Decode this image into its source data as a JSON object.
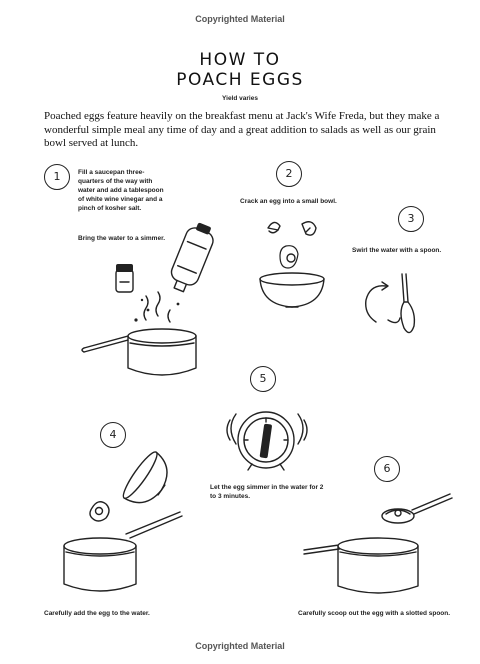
{
  "header": {
    "copyright_top": "Copyrighted Material"
  },
  "footer": {
    "copyright_bottom": "Copyrighted Material"
  },
  "recipe": {
    "title_line1": "HOW TO",
    "title_line2": "POACH EGGS",
    "yield": "Yield varies",
    "intro": "Poached eggs feature heavily on the breakfast menu at Jack's Wife Freda, but they make a wonderful simple meal any time of day and a great addition to salads as well as our grain bowl served at lunch."
  },
  "steps": [
    {
      "number": "1",
      "text_a": "Fill a saucepan three-quarters of the way with water and add a tablespoon of white wine vinegar and a pinch of kosher salt.",
      "text_b": "Bring the water to a simmer."
    },
    {
      "number": "2",
      "text": "Crack an egg into a small bowl."
    },
    {
      "number": "3",
      "text": "Swirl the water with a spoon."
    },
    {
      "number": "4",
      "text": "Carefully add the egg to the water."
    },
    {
      "number": "5",
      "text": "Let the egg simmer in the water for 2 to 3 minutes."
    },
    {
      "number": "6",
      "text": "Carefully scoop out the egg with a slotted spoon."
    }
  ],
  "illustrations": {
    "step1": [
      "saucepan-icon",
      "vinegar-bottle-icon",
      "salt-shaker-icon",
      "steam-icon"
    ],
    "step2": [
      "cracked-egg-icon",
      "small-bowl-icon"
    ],
    "step3": [
      "spoon-icon",
      "swirl-arrow-icon"
    ],
    "step4": [
      "saucepan-icon",
      "small-bowl-icon",
      "egg-icon"
    ],
    "step5": [
      "kitchen-timer-icon"
    ],
    "step6": [
      "saucepan-icon",
      "slotted-spoon-icon",
      "poached-egg-icon"
    ]
  }
}
